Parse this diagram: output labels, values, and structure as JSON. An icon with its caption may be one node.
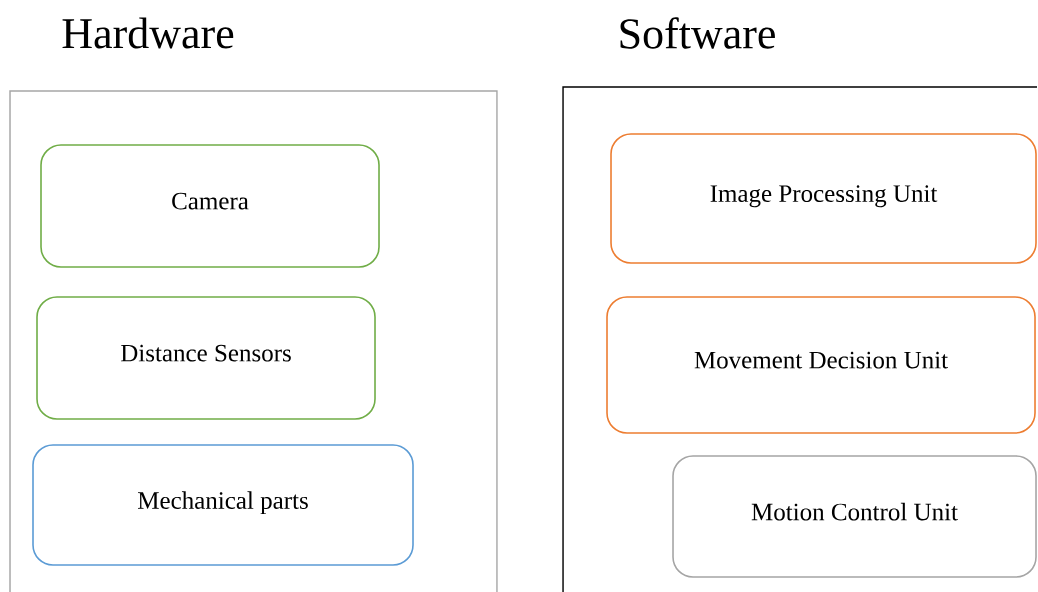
{
  "diagram": {
    "nodes": [
      {
        "text": [
          "Hardware"
        ]
      },
      {
        "text": [
          "Camera"
        ],
        "in": 0
      },
      {
        "text": [
          "Distance Sensors"
        ],
        "in": 0
      },
      {
        "text": [
          "Mechanical parts"
        ],
        "in": 0
      },
      {
        "text": [
          "Software"
        ]
      },
      {
        "text": [
          "Image Processing Unit"
        ],
        "in": 4
      },
      {
        "text": [
          "Movement Decision Unit"
        ],
        "in": 4
      },
      {
        "text": [
          "Motion Control Unit"
        ],
        "in": 4
      }
    ]
  }
}
